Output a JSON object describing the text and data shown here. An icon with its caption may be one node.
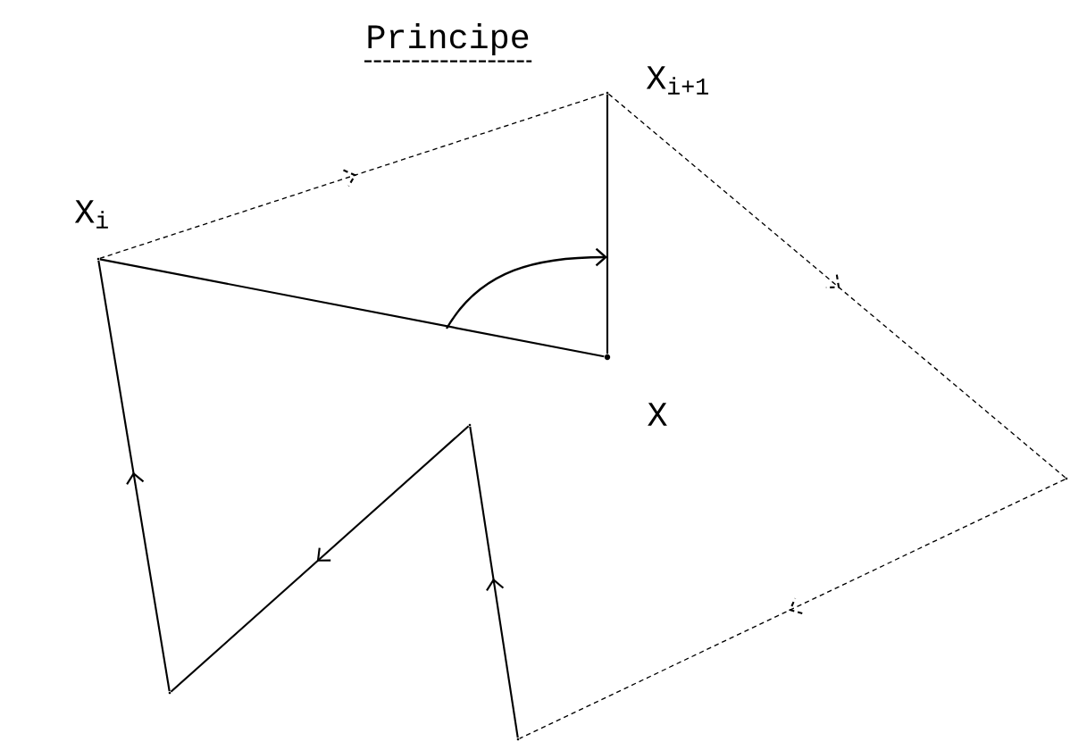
{
  "diagram": {
    "title": "Principe",
    "nodes": [
      {
        "text": [],
        "shape": "circle",
        "beside": [
          "X$_{i}$"
        ]
      },
      {
        "text": [],
        "shape": "circle",
        "beside": [
          "X$_{i+1}$"
        ]
      },
      {
        "text": [],
        "shape": "circle"
      },
      {
        "text": [],
        "shape": "circle"
      },
      {
        "text": [],
        "shape": "circle"
      },
      {
        "text": [],
        "shape": "circle"
      },
      {
        "text": [],
        "shape": "circle",
        "beside": [
          "X"
        ]
      }
    ],
    "edges": [
      {
        "from": 0,
        "to": 1,
        "arrow": "to",
        "style": "dashed"
      },
      {
        "from": 1,
        "to": 2,
        "arrow": "to",
        "style": "dashed"
      },
      {
        "from": 2,
        "to": 3,
        "arrow": "to",
        "style": "dashed"
      },
      {
        "from": 3,
        "to": 4,
        "arrow": "to"
      },
      {
        "from": 4,
        "to": 5,
        "arrow": "to"
      },
      {
        "from": 5,
        "to": 0,
        "arrow": "to"
      },
      {
        "from": 6,
        "to": 0,
        "arrow": "none"
      },
      {
        "from": 6,
        "to": 1,
        "arrow": "none"
      }
    ]
  }
}
